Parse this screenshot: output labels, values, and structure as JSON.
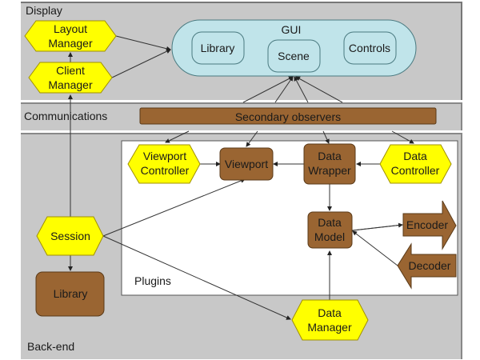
{
  "layers": {
    "display": "Display",
    "communications": "Communications",
    "backend": "Back-end",
    "plugins": "Plugins"
  },
  "gui": {
    "title": "GUI",
    "library": "Library",
    "scene": "Scene",
    "controls": "Controls"
  },
  "display_nodes": {
    "layout_manager": [
      "Layout",
      "Manager"
    ],
    "client_manager": [
      "Client",
      "Manager"
    ]
  },
  "communications_nodes": {
    "secondary_observers": "Secondary observers"
  },
  "plugin_nodes": {
    "viewport_controller": [
      "Viewport",
      "Controller"
    ],
    "viewport": "Viewport",
    "data_wrapper": [
      "Data",
      "Wrapper"
    ],
    "data_controller": [
      "Data",
      "Controller"
    ],
    "data_model": [
      "Data",
      "Model"
    ],
    "encoder": "Encoder",
    "decoder": "Decoder"
  },
  "backend_nodes": {
    "session": "Session",
    "library": "Library",
    "data_manager": [
      "Data",
      "Manager"
    ]
  },
  "colors": {
    "layer_bg": "#c8c8c8",
    "gui_fill": "#c0e4ea",
    "controller_yellow": "#ffff00",
    "component_brown": "#9a6532",
    "plugins_bg": "#ffffff"
  }
}
